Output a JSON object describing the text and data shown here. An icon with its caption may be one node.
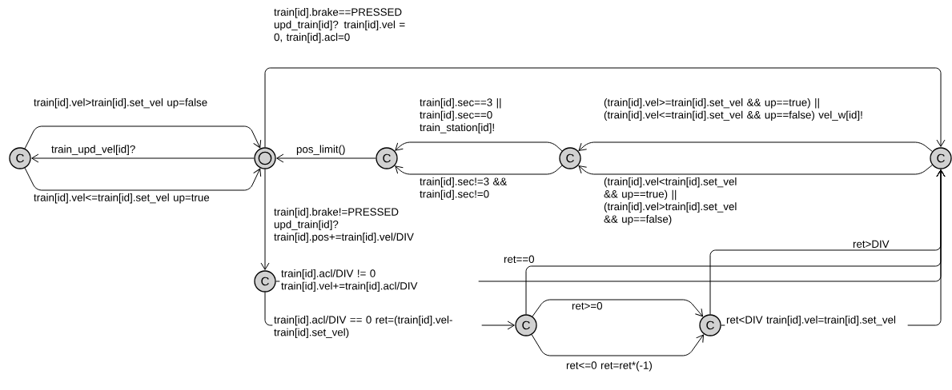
{
  "diagram": {
    "nodes": [
      {
        "text": [
          "C"
        ]
      },
      {
        "text": [],
        "shape": "circle"
      },
      {
        "text": [
          "C"
        ]
      },
      {
        "text": [
          "C"
        ]
      },
      {
        "text": [
          "C"
        ]
      },
      {
        "text": [
          "C"
        ]
      },
      {
        "text": [
          "C"
        ]
      },
      {
        "text": [
          "C"
        ]
      }
    ],
    "edges": [
      {
        "from": 1,
        "to": 0,
        "arrow": "to",
        "label": "train_upd_vel[id]?"
      },
      {
        "from": 0,
        "to": 1,
        "arrow": "to",
        "label": "train[id].vel>train[id].set_vel up=false"
      },
      {
        "from": 0,
        "to": 1,
        "arrow": "to",
        "label": "train[id].vel<=train[id].set_vel up=true"
      },
      {
        "from": 1,
        "to": 4,
        "arrow": "to",
        "label": "train[id].brake==PRESSED upd_train[id]? train[id].vel = 0, train[id].acl=0"
      },
      {
        "from": 2,
        "to": 1,
        "arrow": "to",
        "label": "pos_limit()"
      },
      {
        "from": 3,
        "to": 2,
        "arrow": "to",
        "label": "train[id].sec==3 || train[id].sec==0 train_station[id]!"
      },
      {
        "from": 3,
        "to": 2,
        "arrow": "to",
        "label": "train[id].sec!=3 && train[id].sec!=0"
      },
      {
        "from": 4,
        "to": 3,
        "arrow": "to",
        "label": "(train[id].vel>=train[id].set_vel && up==true) || (train[id].vel<=train[id].set_vel && up==false) vel_w[id]!"
      },
      {
        "from": 4,
        "to": 3,
        "arrow": "to",
        "label": "(train[id].vel<train[id].set_vel && up==true) || (train[id].vel>train[id].set_vel && up==false)"
      },
      {
        "from": 1,
        "to": 5,
        "arrow": "to",
        "label": "train[id].brake!=PRESSED upd_train[id]? train[id].pos+=train[id].vel/DIV"
      },
      {
        "from": 5,
        "to": 4,
        "arrow": "to",
        "label": "train[id].acl/DIV != 0 train[id].vel+=train[id].acl/DIV"
      },
      {
        "from": 5,
        "to": 6,
        "arrow": "to",
        "label": "train[id].acl/DIV == 0 ret=(train[id].vel-train[id].set_vel)"
      },
      {
        "from": 6,
        "to": 4,
        "arrow": "to",
        "label": "ret==0"
      },
      {
        "from": 6,
        "to": 7,
        "arrow": "to",
        "label": "ret>=0"
      },
      {
        "from": 6,
        "to": 7,
        "arrow": "to",
        "label": "ret<=0 ret=ret*(-1)"
      },
      {
        "from": 7,
        "to": 4,
        "arrow": "to",
        "label": "ret>DIV"
      },
      {
        "from": 7,
        "to": 4,
        "arrow": "to",
        "label": "ret<DIV train[id].vel=train[id].set_vel"
      }
    ]
  }
}
